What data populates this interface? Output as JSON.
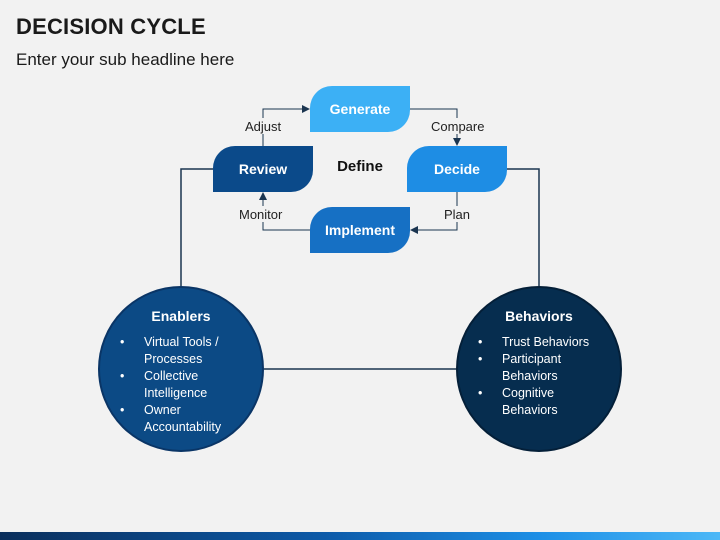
{
  "header": {
    "title": "DECISION CYCLE",
    "subtitle": "Enter your sub headline here"
  },
  "cycle": {
    "center": "Define",
    "nodes": {
      "generate": "Generate",
      "decide": "Decide",
      "implement": "Implement",
      "review": "Review"
    },
    "edges": {
      "compare": "Compare",
      "plan": "Plan",
      "monitor": "Monitor",
      "adjust": "Adjust"
    }
  },
  "enablers": {
    "title": "Enablers",
    "items": [
      "Virtual Tools / Processes",
      "Collective Intelligence",
      "Owner Accountability"
    ]
  },
  "behaviors": {
    "title": "Behaviors",
    "items": [
      "Trust Behaviors",
      "Participant Behaviors",
      "Cognitive Behaviors"
    ]
  },
  "colors": {
    "generate": "#3cb0f5",
    "decide": "#1e8de4",
    "implement": "#1670c4",
    "review": "#0b4a8a",
    "enablers": "#0c4a85",
    "behaviors": "#062d4f",
    "connector": "#1b3550"
  }
}
